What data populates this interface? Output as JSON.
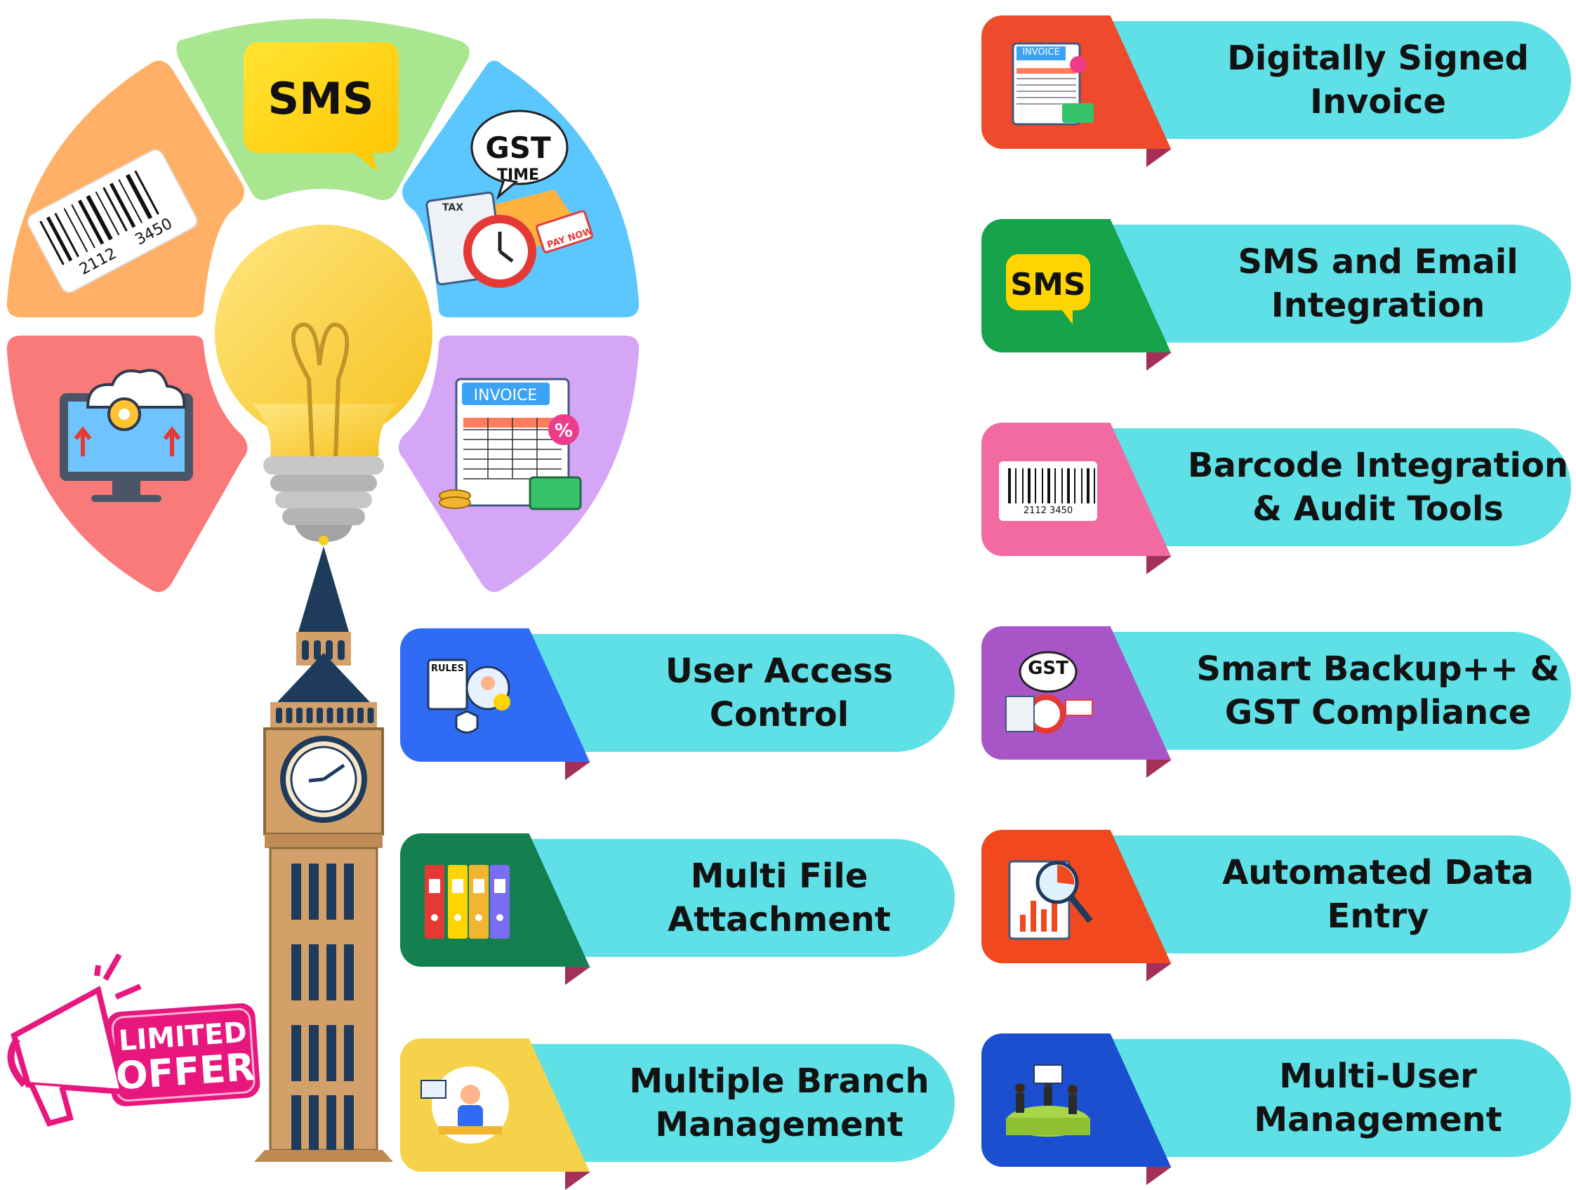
{
  "wheel": {
    "sms_bubble": "SMS",
    "gst_bubble_line1": "GST",
    "gst_bubble_line2": "TIME",
    "gst_tax_tag": "TAX",
    "gst_pay_tag": "PAY NOW",
    "barcode_num_left": "2112",
    "barcode_num_right": "3450",
    "invoice_tag": "INVOICE",
    "invoice_percent": "%"
  },
  "promo": {
    "line1": "LIMITED",
    "line2": "OFFER"
  },
  "features_left": [
    {
      "label": "User Access\nControl",
      "icon": "user-access-rules-icon",
      "mini": "RULES",
      "color": "#2f6bf5"
    },
    {
      "label": "Multi File\nAttachment",
      "icon": "binders-icon",
      "color": "#15804f"
    },
    {
      "label": "Multiple Branch\nManagement",
      "icon": "branch-manager-icon",
      "color": "#f6d24a"
    }
  ],
  "features_right": [
    {
      "label": "Digitally Signed\nInvoice",
      "icon": "invoice-icon",
      "mini": "INVOICE",
      "color": "#f04a2c"
    },
    {
      "label": "SMS and Email\nIntegration",
      "icon": "sms-icon",
      "mini": "SMS",
      "color": "#16a34a"
    },
    {
      "label": "Barcode Integration\n& Audit Tools",
      "icon": "barcode-icon",
      "mini": "2112   3450",
      "color": "#f36aa0"
    },
    {
      "label": "Smart Backup++ &\nGST Compliance",
      "icon": "gst-time-icon",
      "mini": "GST",
      "color": "#a855c7"
    },
    {
      "label": "Automated Data\nEntry",
      "icon": "data-analysis-icon",
      "color": "#f2481f"
    },
    {
      "label": "Multi-User\nManagement",
      "icon": "multi-user-icon",
      "color": "#1b4fd0"
    }
  ]
}
